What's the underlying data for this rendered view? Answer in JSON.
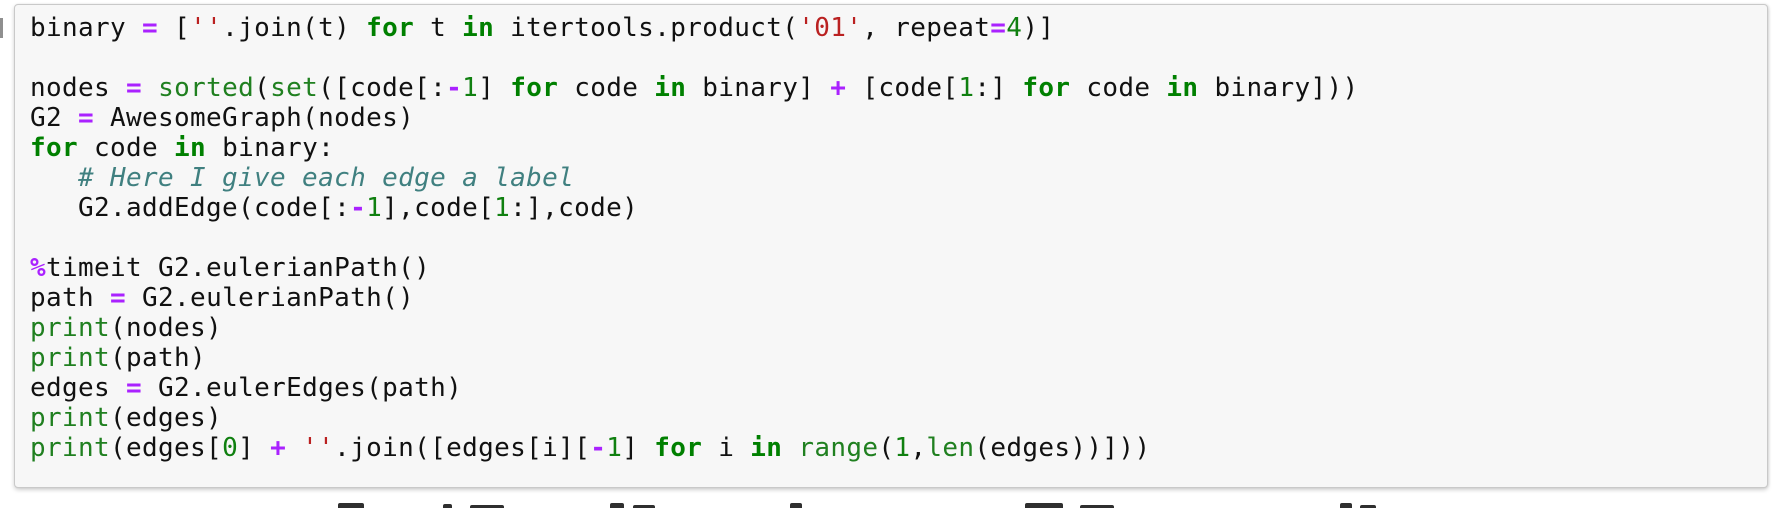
{
  "colors": {
    "keyword": "#008000",
    "builtin": "#208020",
    "operator": "#AA22FF",
    "string": "#BA2121",
    "number": "#108010",
    "comment": "#408080",
    "magic": "#AA22FF",
    "text": "#111111",
    "cell_background": "#f7f7f7",
    "cell_border": "#c9c9c9"
  },
  "editor": {
    "lines": [
      [
        [
          "p",
          "binary "
        ],
        [
          "o",
          "="
        ],
        [
          "p",
          " ["
        ],
        [
          "s",
          "''"
        ],
        [
          "p",
          ".join(t) "
        ],
        [
          "k",
          "for"
        ],
        [
          "p",
          " t "
        ],
        [
          "k",
          "in"
        ],
        [
          "p",
          " itertools.product("
        ],
        [
          "s",
          "'01'"
        ],
        [
          "p",
          ", repeat"
        ],
        [
          "o",
          "="
        ],
        [
          "n",
          "4"
        ],
        [
          "p",
          ")]"
        ]
      ],
      [],
      [
        [
          "p",
          "nodes "
        ],
        [
          "o",
          "="
        ],
        [
          "p",
          " "
        ],
        [
          "b",
          "sorted"
        ],
        [
          "p",
          "("
        ],
        [
          "b",
          "set"
        ],
        [
          "p",
          "([code[:"
        ],
        [
          "o",
          "-"
        ],
        [
          "n",
          "1"
        ],
        [
          "p",
          "] "
        ],
        [
          "k",
          "for"
        ],
        [
          "p",
          " code "
        ],
        [
          "k",
          "in"
        ],
        [
          "p",
          " binary] "
        ],
        [
          "o",
          "+"
        ],
        [
          "p",
          " [code["
        ],
        [
          "n",
          "1"
        ],
        [
          "p",
          ":] "
        ],
        [
          "k",
          "for"
        ],
        [
          "p",
          " code "
        ],
        [
          "k",
          "in"
        ],
        [
          "p",
          " binary]))"
        ]
      ],
      [
        [
          "p",
          "G2 "
        ],
        [
          "o",
          "="
        ],
        [
          "p",
          " AwesomeGraph(nodes)"
        ]
      ],
      [
        [
          "k",
          "for"
        ],
        [
          "p",
          " code "
        ],
        [
          "k",
          "in"
        ],
        [
          "p",
          " binary:"
        ]
      ],
      [
        [
          "p",
          "   "
        ],
        [
          "c",
          "# Here I give each edge a label"
        ]
      ],
      [
        [
          "p",
          "   G2.addEdge(code[:"
        ],
        [
          "o",
          "-"
        ],
        [
          "n",
          "1"
        ],
        [
          "p",
          "],code["
        ],
        [
          "n",
          "1"
        ],
        [
          "p",
          ":],code)"
        ]
      ],
      [],
      [
        [
          "m",
          "%"
        ],
        [
          "p",
          "timeit G2.eulerianPath()"
        ]
      ],
      [
        [
          "p",
          "path "
        ],
        [
          "o",
          "="
        ],
        [
          "p",
          " G2.eulerianPath()"
        ]
      ],
      [
        [
          "b",
          "print"
        ],
        [
          "p",
          "(nodes)"
        ]
      ],
      [
        [
          "b",
          "print"
        ],
        [
          "p",
          "(path)"
        ]
      ],
      [
        [
          "p",
          "edges "
        ],
        [
          "o",
          "="
        ],
        [
          "p",
          " G2.eulerEdges(path)"
        ]
      ],
      [
        [
          "b",
          "print"
        ],
        [
          "p",
          "(edges)"
        ]
      ],
      [
        [
          "b",
          "print"
        ],
        [
          "p",
          "(edges["
        ],
        [
          "n",
          "0"
        ],
        [
          "p",
          "] "
        ],
        [
          "o",
          "+"
        ],
        [
          "p",
          " "
        ],
        [
          "s",
          "''"
        ],
        [
          "p",
          ".join([edges[i]["
        ],
        [
          "o",
          "-"
        ],
        [
          "n",
          "1"
        ],
        [
          "p",
          "] "
        ],
        [
          "k",
          "for"
        ],
        [
          "p",
          " i "
        ],
        [
          "k",
          "in"
        ],
        [
          "p",
          " "
        ],
        [
          "b",
          "range"
        ],
        [
          "p",
          "("
        ],
        [
          "n",
          "1"
        ],
        [
          "p",
          ","
        ],
        [
          "b",
          "len"
        ],
        [
          "p",
          "(edges))]))"
        ]
      ]
    ]
  }
}
